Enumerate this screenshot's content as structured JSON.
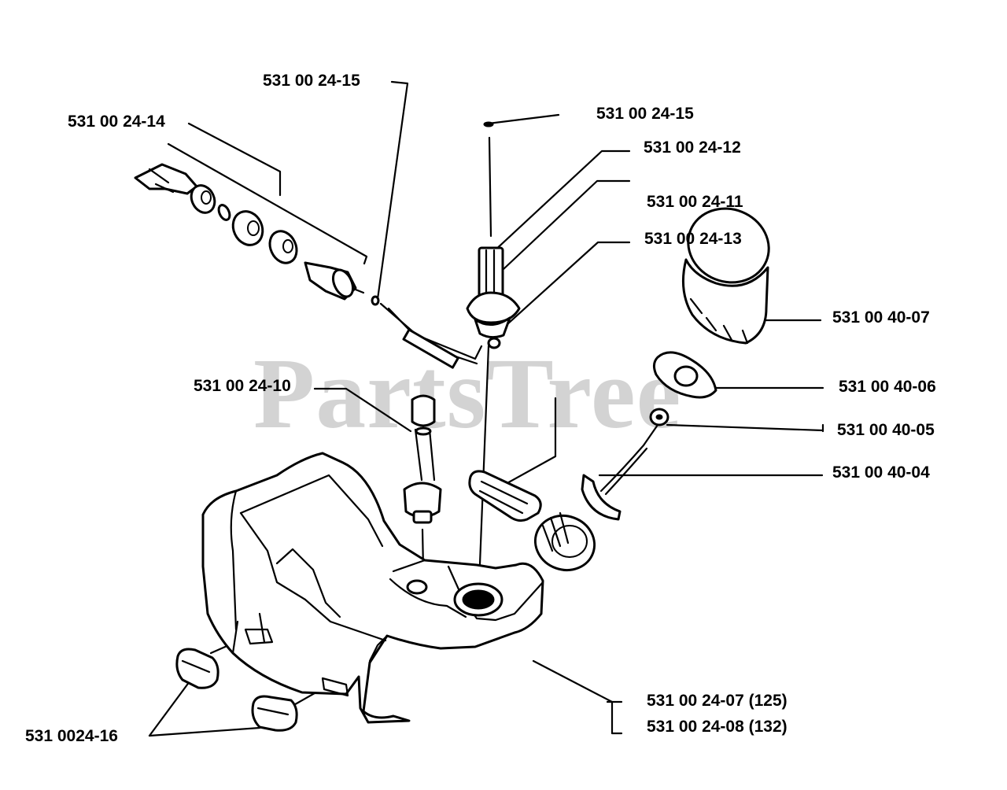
{
  "watermark": "PartsTree",
  "labels": {
    "l_24_15_top": "531 00 24-15",
    "l_24_14": "531 00 24-14",
    "l_24_15_right": "531 00 24-15",
    "l_24_12": "531 00 24-12",
    "l_24_11": "531 00 24-11",
    "l_24_13": "531 00 24-13",
    "l_40_07": "531 00 40-07",
    "l_24_10": "531 00 24-10",
    "l_40_06": "531 00 40-06",
    "l_40_05": "531 00 40-05",
    "l_40_04": "531 00 40-04",
    "l_24_07": "531 00 24-07 (125)",
    "l_24_08": "531 00 24-08 (132)",
    "l_24_16": "531 0024-16"
  },
  "icons": {
    "fuel_tank": "fuel-tank-icon",
    "fuel_cap": "fuel-cap-icon",
    "filler_cap": "filler-cap-icon",
    "fuel_filter": "fuel-filter-icon",
    "fuel_pickup": "fuel-pickup-icon",
    "primer_assembly": "primer-assembly-icon",
    "grommet": "grommet-icon",
    "rubber_feet": "rubber-foot-icon"
  }
}
